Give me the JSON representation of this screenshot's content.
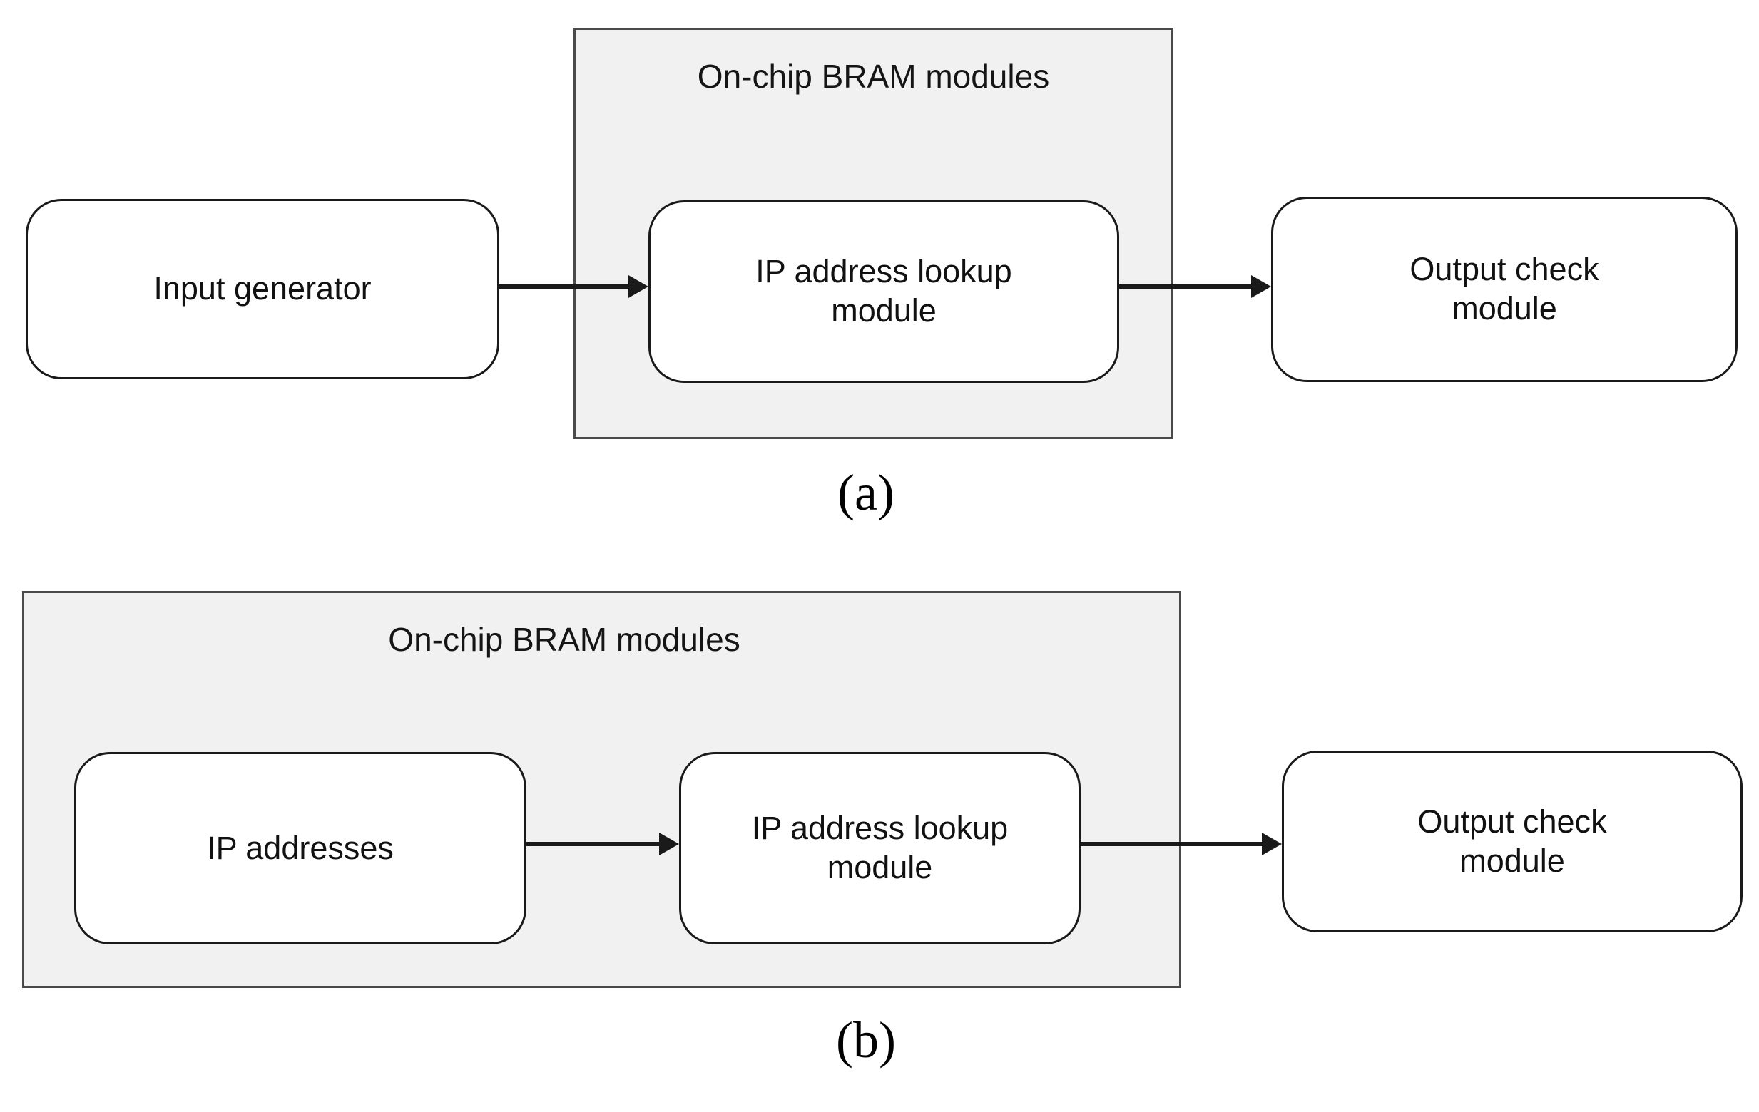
{
  "diagram_a": {
    "caption": "(a)",
    "group_title": "On-chip BRAM modules",
    "nodes": [
      {
        "id": "input-generator",
        "lines": [
          "Input generator"
        ]
      },
      {
        "id": "ip-address-lookup",
        "lines": [
          "IP address lookup",
          "module"
        ]
      },
      {
        "id": "output-check",
        "lines": [
          "Output check",
          "module"
        ]
      }
    ]
  },
  "diagram_b": {
    "caption": "(b)",
    "group_title": "On-chip BRAM modules",
    "nodes": [
      {
        "id": "ip-addresses",
        "lines": [
          "IP addresses"
        ]
      },
      {
        "id": "ip-address-lookup",
        "lines": [
          "IP address lookup",
          "module"
        ]
      },
      {
        "id": "output-check",
        "lines": [
          "Output check",
          "module"
        ]
      }
    ]
  },
  "colors": {
    "bram_group_fill": "#f1f1f1",
    "bram_group_border": "#4a4a4a",
    "node_fill": "#ffffff",
    "node_border": "#1a1a1a",
    "arrow": "#1a1a1a",
    "text": "#111111"
  }
}
